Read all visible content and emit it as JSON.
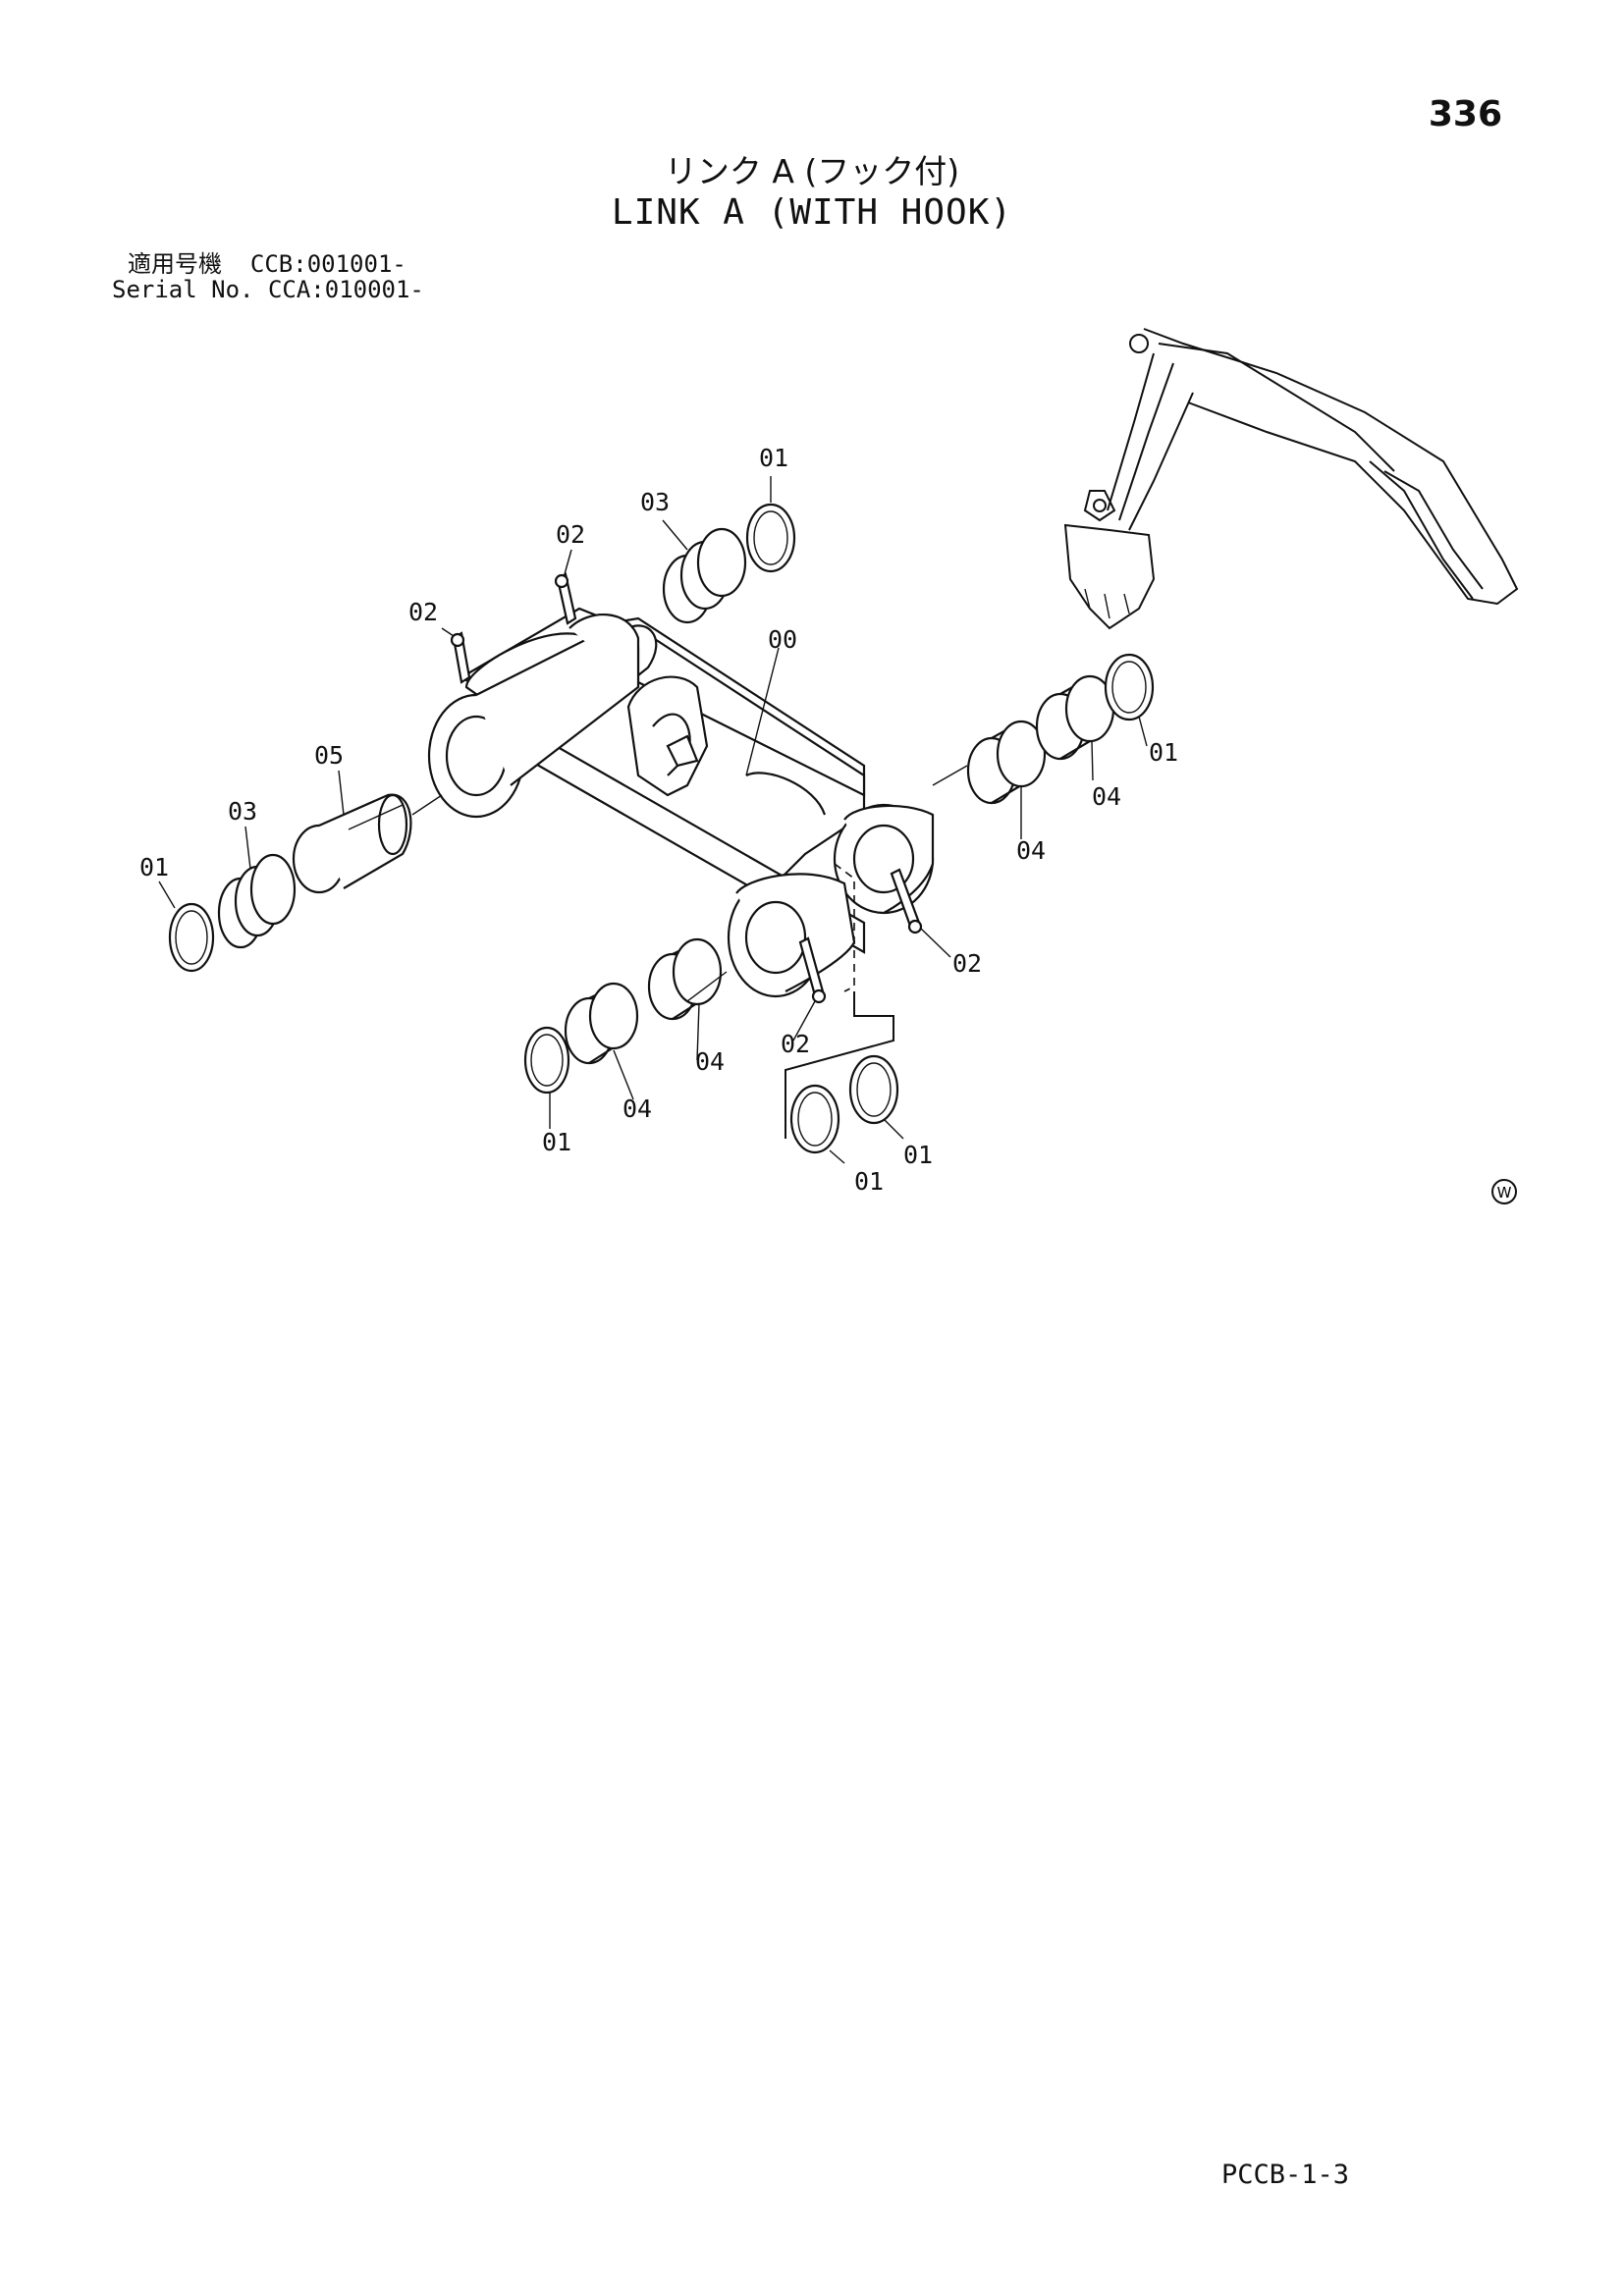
{
  "page_number": "336",
  "title_jp": "リンク A (フック付)",
  "title_en": "LINK A (WITH HOOK)",
  "serial_jp": "適用号機  CCB:001001-",
  "serial_en": "Serial No. CCA:010001-",
  "drawing_code": "PCCB-1-3",
  "mark": "W",
  "callouts": {
    "c01": "01",
    "c02": "02",
    "c03": "03",
    "c04": "04",
    "c05": "05",
    "c00": "00"
  }
}
